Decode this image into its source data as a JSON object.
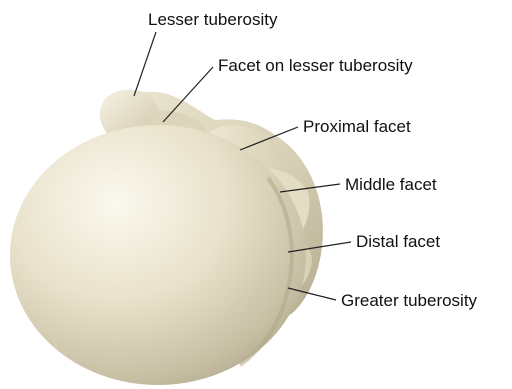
{
  "diagram": {
    "colors": {
      "bone_light": "#f3eedd",
      "bone_mid": "#dcd4ba",
      "bone_shadow": "#a79f84",
      "leader_line": "#222222",
      "label_text": "#111111"
    },
    "labels": [
      {
        "id": "lesser-tuberosity",
        "text": "Lesser tuberosity"
      },
      {
        "id": "facet-on-lesser-tuberosity",
        "text": "Facet on lesser tuberosity"
      },
      {
        "id": "proximal-facet",
        "text": "Proximal facet"
      },
      {
        "id": "middle-facet",
        "text": "Middle facet"
      },
      {
        "id": "distal-facet",
        "text": "Distal facet"
      },
      {
        "id": "greater-tuberosity",
        "text": "Greater tuberosity"
      }
    ]
  }
}
